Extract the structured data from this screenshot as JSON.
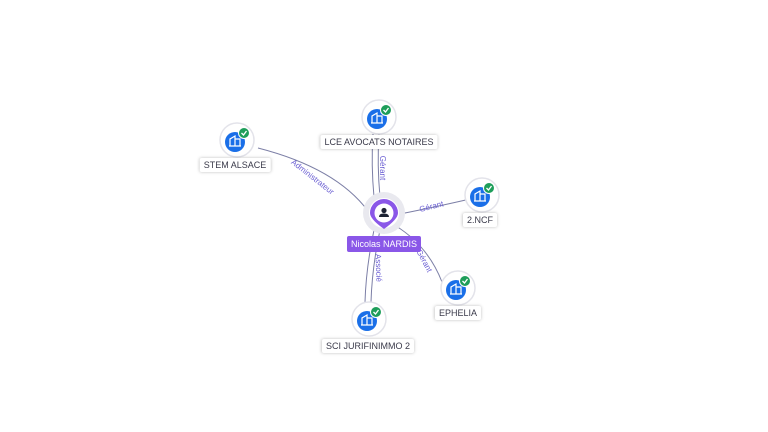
{
  "center": {
    "name": "Nicolas NARDIS",
    "icon": "person-icon",
    "color": "#8a57e8"
  },
  "companies": [
    {
      "name": "LCE AVOCATS NOTAIRES",
      "role": "Gérant",
      "icon": "building-icon",
      "status_icon": "check-icon"
    },
    {
      "name": "STEM ALSACE",
      "role": "Administrateur",
      "icon": "building-icon",
      "status_icon": "check-icon"
    },
    {
      "name": "2.NCF",
      "role": "Gérant",
      "icon": "building-icon",
      "status_icon": "check-icon"
    },
    {
      "name": "EPHELIA",
      "role": "Gérant",
      "icon": "building-icon",
      "status_icon": "check-icon"
    },
    {
      "name": "SCI JURIFINIMMO 2",
      "role": "Associé",
      "icon": "building-icon",
      "status_icon": "check-icon"
    }
  ],
  "colors": {
    "company_icon": "#1a6fe8",
    "check": "#1e9e5a",
    "edge": "#7c7fa6",
    "edge_label": "#6b5fd3"
  }
}
